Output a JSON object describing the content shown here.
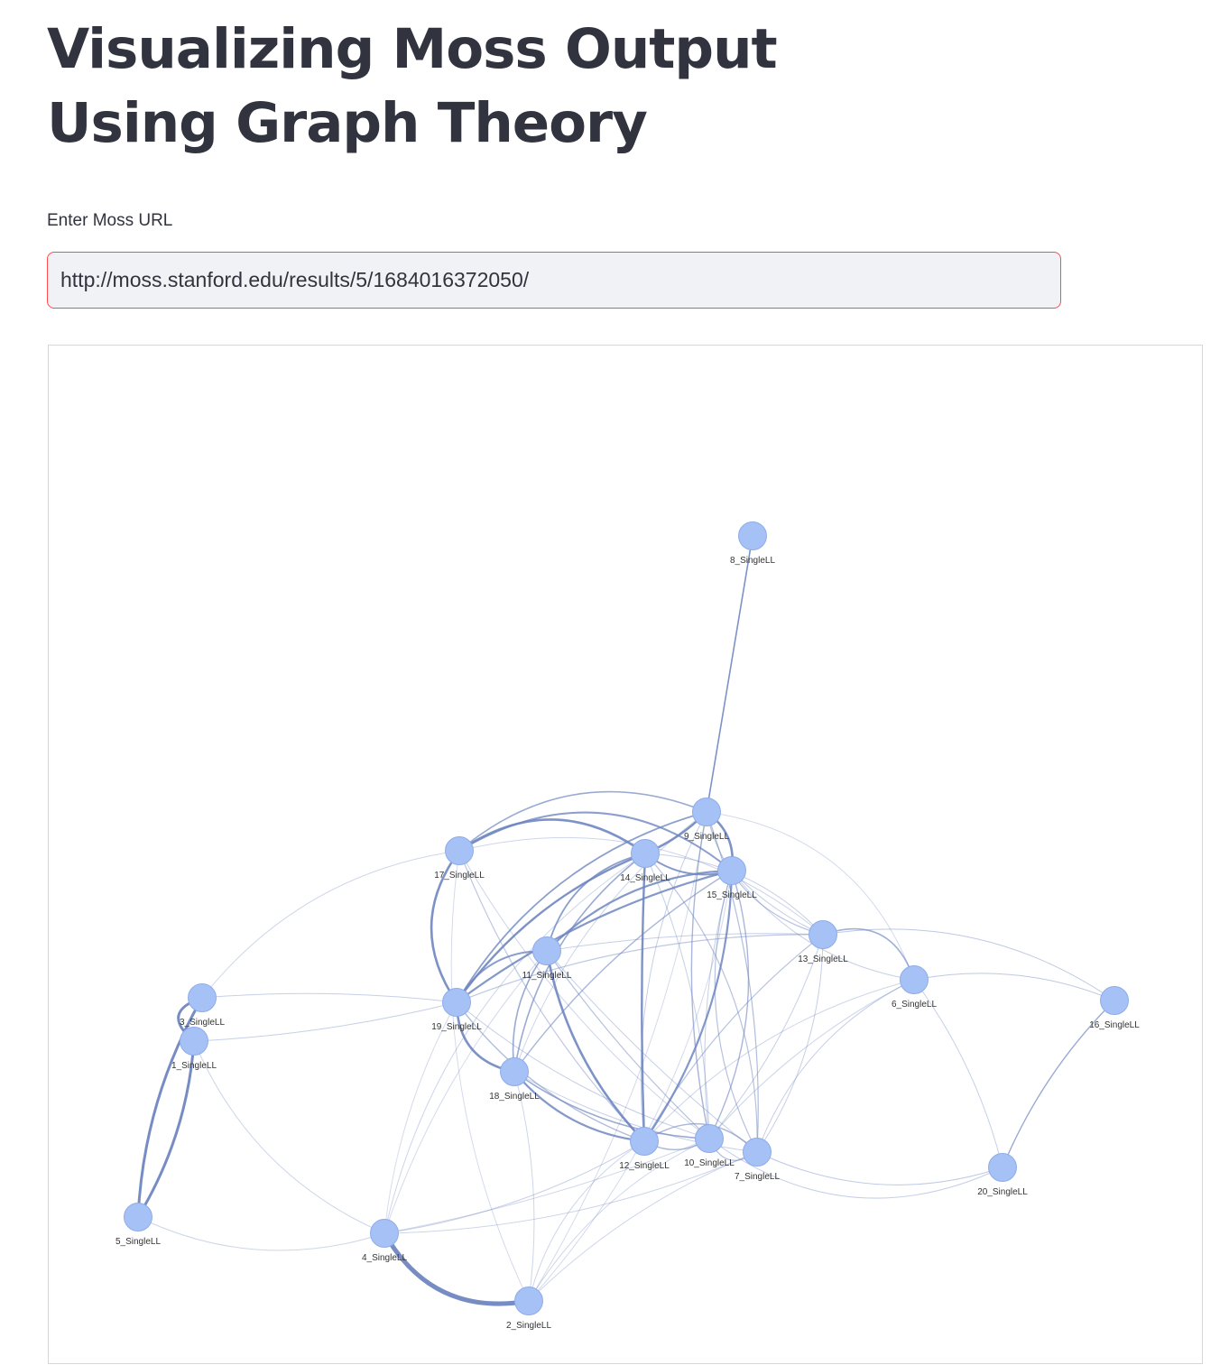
{
  "page": {
    "title": "Visualizing Moss Output Using Graph Theory"
  },
  "url_input": {
    "label": "Enter Moss URL",
    "value": "http://moss.stanford.edu/results/5/1684016372050/"
  },
  "graph": {
    "nodes": [
      {
        "id": "8_SingleLL",
        "label": "8_SingleLL"
      },
      {
        "id": "9_SingleLL",
        "label": "9_SingleLL"
      },
      {
        "id": "17_SingleLL",
        "label": "17_SingleLL"
      },
      {
        "id": "14_SingleLL",
        "label": "14_SingleLL"
      },
      {
        "id": "15_SingleLL",
        "label": "15_SingleLL"
      },
      {
        "id": "13_SingleLL",
        "label": "13_SingleLL"
      },
      {
        "id": "11_SingleLL",
        "label": "11_SingleLL"
      },
      {
        "id": "6_SingleLL",
        "label": "6_SingleLL"
      },
      {
        "id": "16_SingleLL",
        "label": "16_SingleLL"
      },
      {
        "id": "3_SingleLL",
        "label": "3_SingleLL"
      },
      {
        "id": "19_SingleLL",
        "label": "19_SingleLL"
      },
      {
        "id": "1_SingleLL",
        "label": "1_SingleLL"
      },
      {
        "id": "18_SingleLL",
        "label": "18_SingleLL"
      },
      {
        "id": "12_SingleLL",
        "label": "12_SingleLL"
      },
      {
        "id": "10_SingleLL",
        "label": "10_SingleLL"
      },
      {
        "id": "7_SingleLL",
        "label": "7_SingleLL"
      },
      {
        "id": "20_SingleLL",
        "label": "20_SingleLL"
      },
      {
        "id": "5_SingleLL",
        "label": "5_SingleLL"
      },
      {
        "id": "4_SingleLL",
        "label": "4_SingleLL"
      },
      {
        "id": "2_SingleLL",
        "label": "2_SingleLL"
      }
    ],
    "node_color": "#a6c1f5",
    "edge_color": "#6f86c0"
  }
}
